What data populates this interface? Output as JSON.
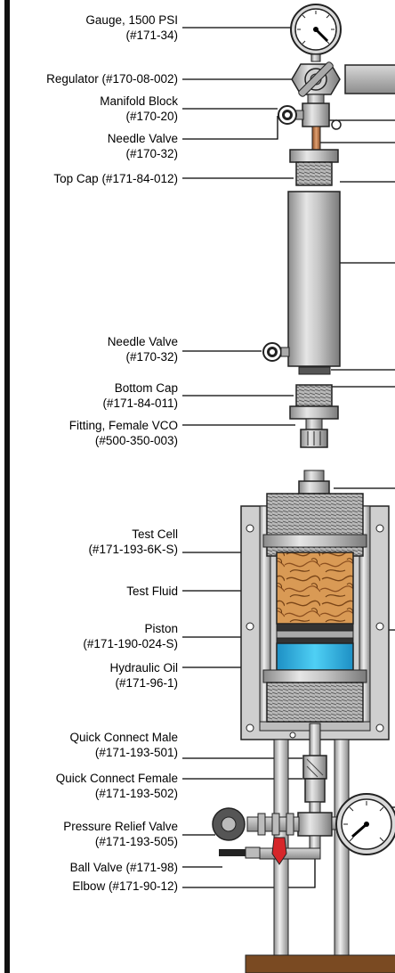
{
  "labels": {
    "gauge": {
      "line1": "Gauge, 1500 PSI",
      "line2": "(#171-34)"
    },
    "regulator": {
      "line1": "Regulator (#170-08-002)"
    },
    "manifold": {
      "line1": "Manifold Block",
      "line2": "(#170-20)"
    },
    "needle_top": {
      "line1": "Needle Valve",
      "line2": "(#170-32)"
    },
    "top_cap": {
      "line1": "Top Cap (#171-84-012)"
    },
    "needle_bottom": {
      "line1": "Needle Valve",
      "line2": "(#170-32)"
    },
    "bottom_cap": {
      "line1": "Bottom Cap",
      "line2": "(#171-84-011)"
    },
    "fitting": {
      "line1": "Fitting, Female VCO",
      "line2": "(#500-350-003)"
    },
    "test_cell": {
      "line1": "Test Cell",
      "line2": "(#171-193-6K-S)"
    },
    "test_fluid": {
      "line1": "Test Fluid"
    },
    "piston": {
      "line1": "Piston",
      "line2": "(#171-190-024-S)"
    },
    "hydraulic_oil": {
      "line1": "Hydraulic Oil",
      "line2": "(#171-96-1)"
    },
    "qc_male": {
      "line1": "Quick Connect Male",
      "line2": "(#171-193-501)"
    },
    "qc_female": {
      "line1": "Quick Connect Female",
      "line2": "(#171-193-502)"
    },
    "relief_valve": {
      "line1": "Pressure Relief Valve",
      "line2": "(#171-193-505)"
    },
    "ball_valve": {
      "line1": "Ball Valve (#171-98)"
    },
    "elbow": {
      "line1": "Elbow (#171-90-12)"
    }
  }
}
